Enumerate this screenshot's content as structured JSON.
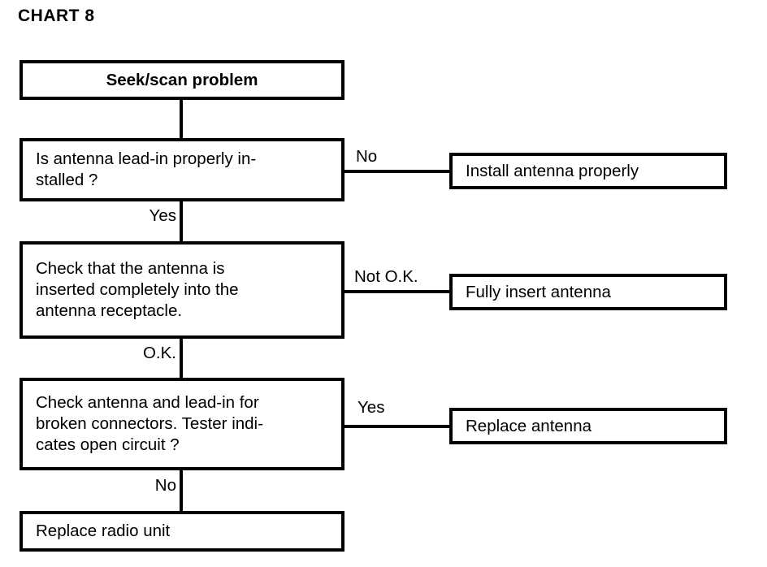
{
  "title": "CHART 8",
  "flowchart": {
    "nodes": {
      "start": "Seek/scan problem",
      "decision1": "Is antenna lead-in properly in-\nstalled ?",
      "action1": "Install antenna properly",
      "decision2": "Check that the antenna is\ninserted completely into the\nantenna receptacle.",
      "action2": "Fully insert antenna",
      "decision3": "Check antenna and lead-in for\nbroken connectors. Tester indi-\ncates open circuit ?",
      "action3": "Replace antenna",
      "end": "Replace radio unit"
    },
    "edge_labels": {
      "d1_no": "No",
      "d1_yes": "Yes",
      "d2_not_ok": "Not O.K.",
      "d2_ok": "O.K.",
      "d3_yes": "Yes",
      "d3_no": "No"
    }
  }
}
